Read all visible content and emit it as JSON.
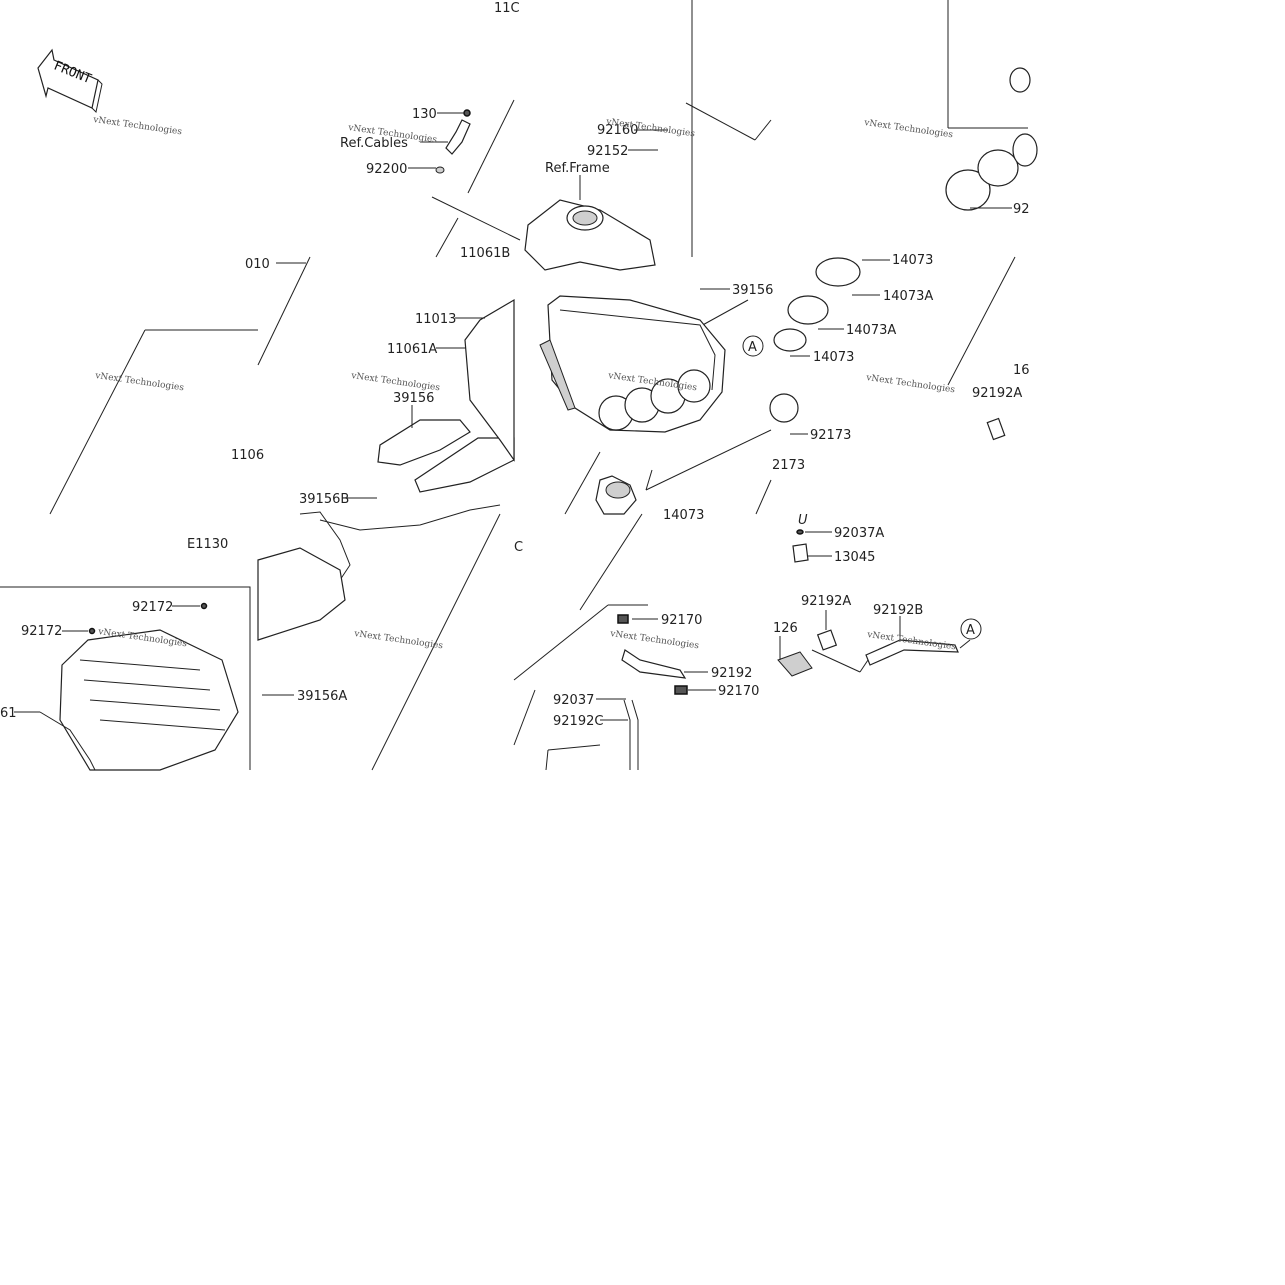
{
  "diagram": {
    "front_arrow_text": "FRONT",
    "section_code": "E1130",
    "watermark": "vNext Technologies",
    "callout_letter": "A",
    "labels": {
      "l_110_top": "11C",
      "l_130": "130",
      "l_ref_cables": "Ref.Cables",
      "l_92200": "92200",
      "l_92160": "92160",
      "l_92152": "92152",
      "l_ref_frame": "Ref.Frame",
      "l_11061b": "11061B",
      "l_39156_a": "39156",
      "l_11013": "11013",
      "l_11061a": "11061A",
      "l_39156_b": "39156",
      "l_010": "010",
      "l_1106": "1106",
      "l_39156b": "39156B",
      "l_14073_1": "14073",
      "l_14073a_1": "14073A",
      "l_14073a_2": "14073A",
      "l_14073_2": "14073",
      "l_92_right": "92",
      "l_16": "16",
      "l_92192a_r": "92192A",
      "l_92173_1": "92173",
      "l_92173_2": "2173",
      "l_14073_3": "14073",
      "l_92037a": "92037A",
      "l_13045": "13045",
      "l_92192a": "92192A",
      "l_92192b": "92192B",
      "l_126": "126",
      "l_92170_1": "92170",
      "l_92192": "92192",
      "l_92170_2": "92170",
      "l_92037": "92037",
      "l_92192c": "92192C",
      "l_c": "C",
      "l_92172_1": "92172",
      "l_92172_2": "92172",
      "l_61": "61",
      "l_39156a": "39156A",
      "l_u": "U"
    }
  }
}
